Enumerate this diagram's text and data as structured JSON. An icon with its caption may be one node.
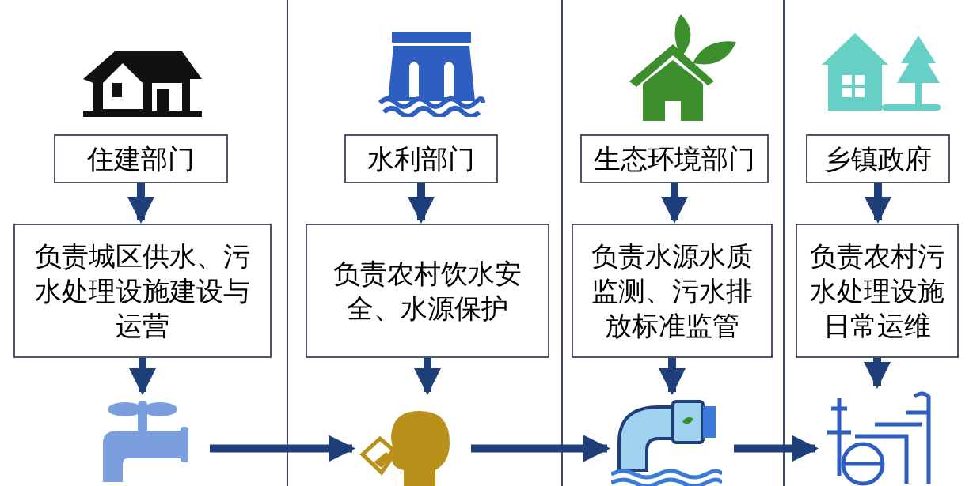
{
  "diagram": {
    "nodes": [
      {
        "text": [
          "住建部门"
        ]
      },
      {
        "text": [
          "负责城区供水、污水处理设施建设与运营"
        ]
      },
      {
        "text": [],
        "shape": "picture"
      },
      {
        "text": [
          "水利部门"
        ]
      },
      {
        "text": [
          "负责农村饮水安全、水源保护"
        ]
      },
      {
        "text": [],
        "shape": "picture"
      },
      {
        "text": [
          "生态环境部门"
        ]
      },
      {
        "text": [
          "负责水源水质监测、污水排放标准监管"
        ]
      },
      {
        "text": [],
        "shape": "picture"
      },
      {
        "text": [
          "乡镇政府"
        ]
      },
      {
        "text": [
          "负责农村污水处理设施日常运维"
        ]
      },
      {
        "text": [],
        "shape": "picture"
      }
    ],
    "edges": [
      {
        "from": 0,
        "to": 1,
        "arrow": "to"
      },
      {
        "from": 1,
        "to": 2,
        "arrow": "to"
      },
      {
        "from": 3,
        "to": 4,
        "arrow": "to"
      },
      {
        "from": 4,
        "to": 5,
        "arrow": "to"
      },
      {
        "from": 6,
        "to": 7,
        "arrow": "to"
      },
      {
        "from": 7,
        "to": 8,
        "arrow": "to"
      },
      {
        "from": 9,
        "to": 10,
        "arrow": "to"
      },
      {
        "from": 10,
        "to": 11,
        "arrow": "to"
      },
      {
        "from": 2,
        "to": 5,
        "arrow": "to"
      },
      {
        "from": 5,
        "to": 8,
        "arrow": "to"
      },
      {
        "from": 8,
        "to": 11,
        "arrow": "to"
      }
    ]
  }
}
